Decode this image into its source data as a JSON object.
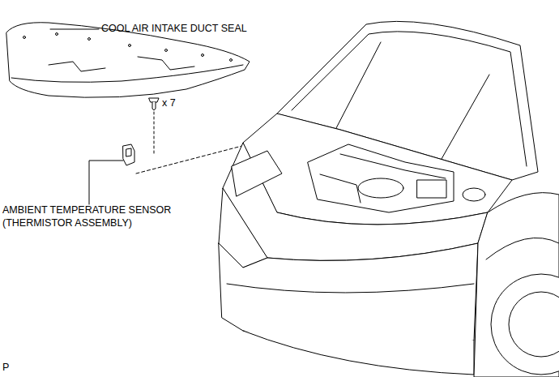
{
  "diagram": {
    "labels": [
      "COOL AIR INTAKE DUCT SEAL",
      "x 7",
      "AMBIENT TEMPERATURE SENSOR (THERMISTOR ASSEMBLY)",
      "P"
    ]
  }
}
